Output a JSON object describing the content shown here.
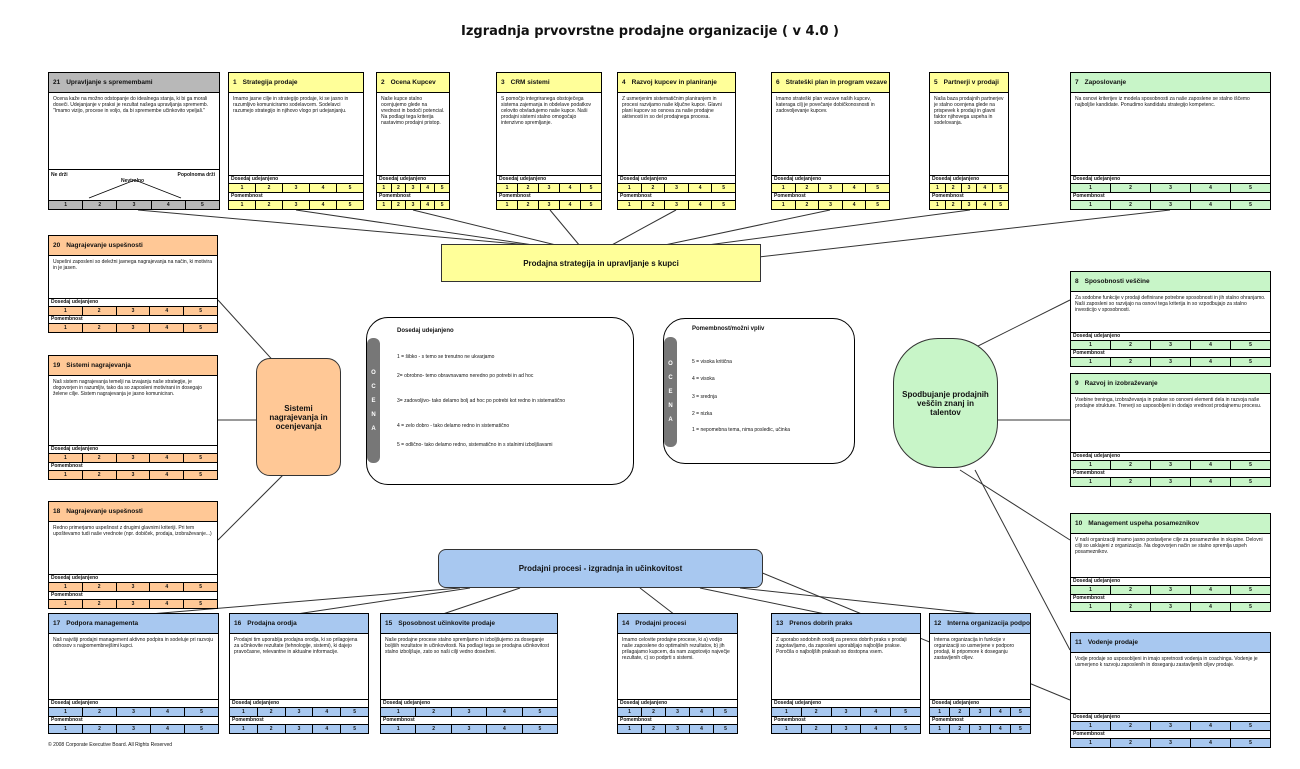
{
  "title": "Izgradnja prvovrstne prodajne organizacije ( v 4.0 )",
  "copyright": "© 2008 Corporate Executive Board. All Rights Reserved",
  "labels": {
    "current": "Dosedaj udejanjeno",
    "importance": "Pomembnost",
    "scale": [
      "1",
      "2",
      "3",
      "4",
      "5"
    ]
  },
  "hubs": {
    "strategy": "Prodajna strategija in upravljanje s kupci",
    "rewards": "Sistemi nagrajevanja in ocenjevanja",
    "talent": "Spodbujanje prodajnih veščin znanj in talentov",
    "processes": "Prodajni procesi - izgradnja in učinkovitost"
  },
  "legend_current": {
    "badge": "OCENA",
    "title": "Dosedaj udejanjeno",
    "items": [
      "1 = šibko - s temo se trenutno ne ukvarjamo",
      "2= obrobno- temo obravnavamo neredno po potrebi in ad hoc",
      "3= zadovoljivo- tako delamo bolj ad hoc po potrebi kot redno in sistematično",
      "4 = zelo dobro - tako delamo redno in sistematično",
      "5 = odlično- tako delamo redno, sistematično in s stalnimi izboljšavami"
    ]
  },
  "legend_importance": {
    "badge": "OCENA",
    "title": "Pomembnost/možni vpliv",
    "items": [
      "5 = visoka kritična",
      "4 = visoka",
      "3 = srednja",
      "2 = nizka",
      "1 = nepomebna tema, nima posledic, učinka"
    ]
  },
  "change_card": {
    "left": "Ne drži",
    "middle": "Nevtralno",
    "right": "Popolnoma drži"
  },
  "cards": [
    {
      "id": "c21",
      "num": "21",
      "title": "Upravljanje s spremembami",
      "body": "Ocena kaže na možno odstopanje do idealnega stanja, ki bi ga morali doseči. Udejanjanje v praksi je rezultat našega upravljanja sprememb.\n\"Imamo vizijo, procese in voljo, da bi spremembe učinkovito vpeljali.\""
    },
    {
      "id": "c1",
      "num": "1",
      "title": "Strategija prodaje",
      "body": "Imamo jasne cilje in strategijo prodaje, ki se jasno in razumljivo komuniciramo sodelavcem. Sodelavci razumejo strategijo in njihovo vlogo pri udejanjanju."
    },
    {
      "id": "c2",
      "num": "2",
      "title": "Ocena Kupcev",
      "body": "Naše kupce stalno ocenjujemo glede na vrednost in bodoči potencial. Na podlagi tega kriterija nastavimo prodajni pristop."
    },
    {
      "id": "c3",
      "num": "3",
      "title": "CRM sistemi",
      "body": "S pomočjo integriranega obstoječega sistema zajemanja in obdelave podatkov celovito obvladujemo naše kupce. Naši prodajni sistemi stalno omogočajo intenzivno spremljanje."
    },
    {
      "id": "c4",
      "num": "4",
      "title": "Razvoj kupcev in planiranje",
      "body": "Z usmerjenim sistematičnim planiranjem in procesi razvijamo naše ključne kupce. Glavni plani kupcev so osnova za naše prodajne aktivnosti in so del prodajnega procesa."
    },
    {
      "id": "c6",
      "num": "6",
      "title": "Strateški plan in program vezave kupcev",
      "body": "Imamo strateški plan vezave naših kupcev, kateraga cilj je povečanje dobičkonosnosti in zadovoljevanje kupcev."
    },
    {
      "id": "c5",
      "num": "5",
      "title": "Partnerji v prodaji",
      "body": "Naša baza prodajnih partnerjev je stalno ocenjena glede na prispevek k prodaji in glavni faktor njihovega uspeha in sodelovanja."
    },
    {
      "id": "c7",
      "num": "7",
      "title": "Zaposlovanje",
      "body": "Na osnovi kriterijev iz modela sposobnosti za naše zaposlene se stalno iščemo najboljše kandidate. Ponudimo kandidatu strategijo kompetenc."
    },
    {
      "id": "c20",
      "num": "20",
      "title": "Nagrajevanje uspešnosti",
      "body": "Uspešni zaposleni so deležni javnega nagrajevanja na način, ki motivira in je jasen."
    },
    {
      "id": "c8",
      "num": "8",
      "title": "Sposobnosti veščine",
      "body": "Za sodobne funkcije v prodaji definirane potrebne sposobnosti in jih stalno ohranjamo. Naši zaposleni so razvijajo na osnovi tega kriterija in so vzpodbujajo za stalno investicijo v sposobnosti."
    },
    {
      "id": "c19",
      "num": "19",
      "title": "Sistemi nagrajevanja",
      "body": "Naš sistem nagrajevanja temelji na izvajanju naše strategije, je dogovorjen in razumljiv, tako da so zaposleni motivirani in dosegajo želene cilje. Sistem nagrajevanja je jasno komuniciran."
    },
    {
      "id": "c9",
      "num": "9",
      "title": "Razvoj in izobraževanje",
      "body": "Vsebine treninga, izobraževanja in prakse so osnovni elementi dela in razvoja naše prodajne strukture. Trenerji so usposobljeni in dodajo vrednost prodajnemu procesu."
    },
    {
      "id": "c18",
      "num": "18",
      "title": "Nagrajevanje uspešnosti",
      "body": "Redno primerjamo uspešnost z drugimi glavnimi kriteriji. Pri tem upoštevamo tudi naše vrednote (npr. dobiček, prodaja, izobraževanje...)"
    },
    {
      "id": "c10",
      "num": "10",
      "title": "Management uspeha posameznikov",
      "body": "V naši organizaciji imamo jasno postavljene cilje za posameznike in skupine. Delovni cilji so usklajeni z organizacijo. Na dogovorjen način se stalno spremlja uspeh posameznikov."
    },
    {
      "id": "c17",
      "num": "17",
      "title": "Podpora managementa",
      "body": "Naš najvišji prodajni management aktivno podpira in sodeluje pri razvoju odnosov s najpomembnejšimi kupci."
    },
    {
      "id": "c16",
      "num": "16",
      "title": "Prodajna orodja",
      "body": "Prodajni tim uporablja prodajna orodja, ki so prilagojena za učinkovite rezultate (tehnologije, sistemi), ki dajejo pravočasne, relevantne in aktualne informacije."
    },
    {
      "id": "c15",
      "num": "15",
      "title": "Sposobnost učinkovite prodaje",
      "body": "Naše prodajne procese stalno spremljamo in izboljšujemo za doseganje boljših rezultatov in učinkovitosti. Na podlagi tega se prodajna učinkovitost stalno izboljšuje, zato so naši cilji vedno doseženi."
    },
    {
      "id": "c14",
      "num": "14",
      "title": "Prodajni procesi",
      "body": "Imamo celovite prodajne procese, ki a) vodijo naše zaposlene do optimalnih rezultatov, b) jih prilagajamo kupcem, da nam zagotovijo največje rezultate, c) so podprti s sistemi."
    },
    {
      "id": "c13",
      "num": "13",
      "title": "Prenos dobrih praks",
      "body": "Z uporabo sodobnih orodij za prenos dobrih praks v prodaji zagotavljamo, da zaposleni uporabljajo najboljše prakse. Poročila o najboljših praksah so dostopna vsem."
    },
    {
      "id": "c12",
      "num": "12",
      "title": "Interna organizacija podpore",
      "body": "Interna organizacija in funkcije v organizaciji so usmerjene v podporo prodaji, ki pripomore k doseganju zastavljenih ciljev."
    },
    {
      "id": "c11",
      "num": "11",
      "title": "Vodenje prodaje",
      "body": "Vodje prodaje so usposobljeni in imajo spretnosti vodenja in coachinga. Vodenje je usmerjeno k razvoju zaposlenih in doseganju zastavljenih ciljev prodaje."
    }
  ]
}
